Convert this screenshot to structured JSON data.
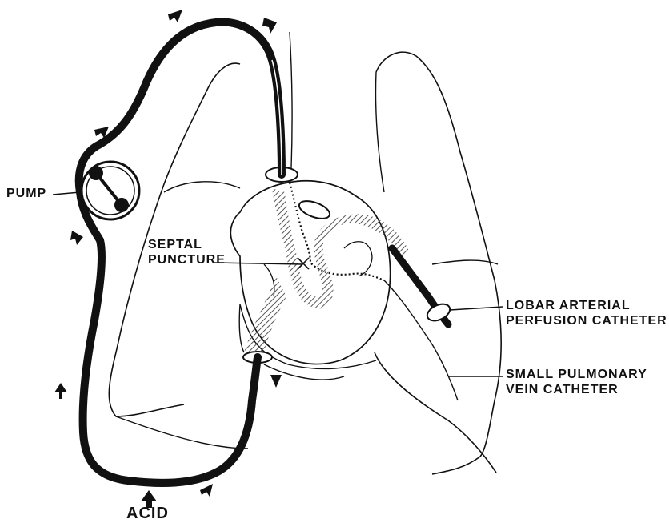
{
  "labels": {
    "pump": "PUMP",
    "septal_line1": "SEPTAL",
    "septal_line2": "PUNCTURE",
    "lobar_line1": "LOBAR ARTERIAL",
    "lobar_line2": "PERFUSION CATHETER",
    "vein_line1": "SMALL PULMONARY",
    "vein_line2": "VEIN CATHETER",
    "acid": "ACID"
  },
  "colors": {
    "ink": "#111111",
    "hatch": "#666666",
    "background": "#ffffff"
  }
}
